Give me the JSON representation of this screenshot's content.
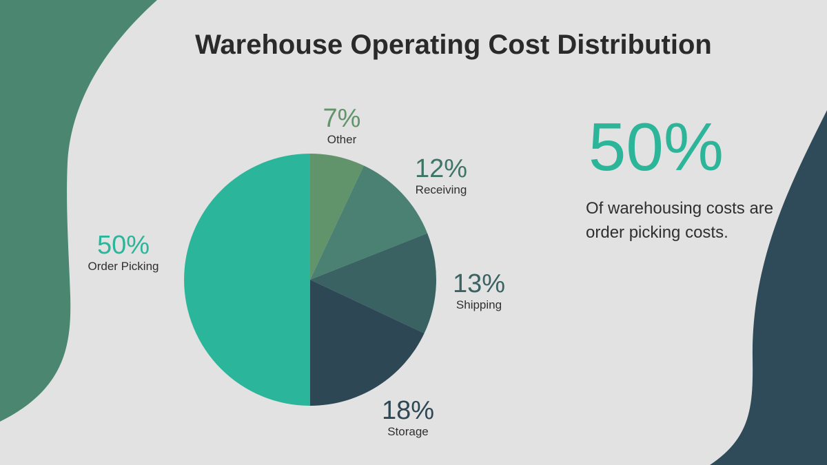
{
  "colors": {
    "background": "#e2e2e2",
    "left_shape": "#4a8670",
    "right_shape": "#2f4a58",
    "title": "#2a2a2a",
    "label_text": "#2f2f2f",
    "accent": "#2db59a"
  },
  "highlight": {
    "value": "50%",
    "caption_line1": "Of warehousing costs are",
    "caption_line2": "order picking costs."
  },
  "chart_data": {
    "type": "pie",
    "title": "Warehouse Operating Cost Distribution",
    "unit": "%",
    "start_angle_deg": 0,
    "direction": "clockwise",
    "slices": [
      {
        "label": "Other",
        "value": 7,
        "display": "7%",
        "color": "#62946c",
        "value_color": "#62946c"
      },
      {
        "label": "Receiving",
        "value": 12,
        "display": "12%",
        "color": "#4b8172",
        "value_color": "#3f7567"
      },
      {
        "label": "Shipping",
        "value": 13,
        "display": "13%",
        "color": "#3a6263",
        "value_color": "#3a6263"
      },
      {
        "label": "Storage",
        "value": 18,
        "display": "18%",
        "color": "#2e4755",
        "value_color": "#2e4755"
      },
      {
        "label": "Order Picking",
        "value": 50,
        "display": "50%",
        "color": "#2bb59a",
        "value_color": "#2bb59a"
      }
    ]
  }
}
